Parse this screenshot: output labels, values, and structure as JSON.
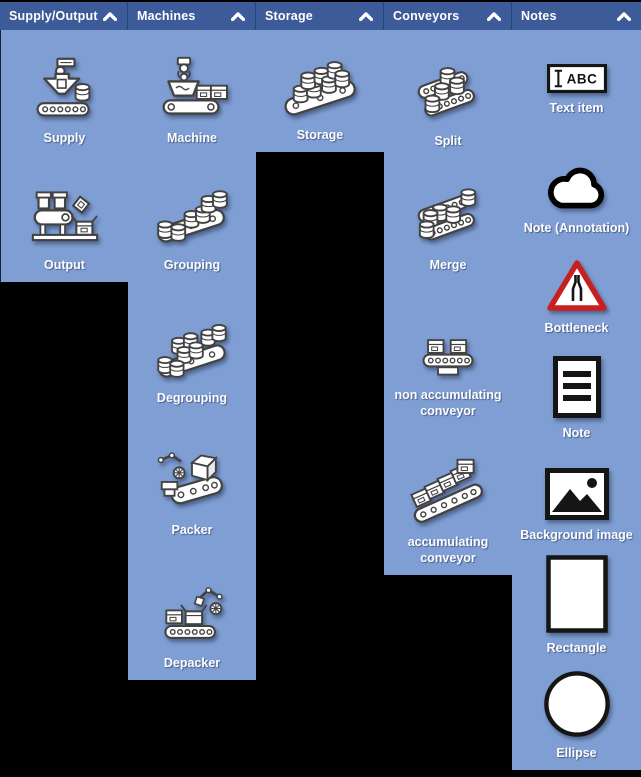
{
  "colors": {
    "header_bg": "#3d5a99",
    "header_divider": "#2c4476",
    "panel_bg": "#7f9fd4",
    "background": "#000000",
    "label_text": "#fdfdfd",
    "icon_stroke": "#424242",
    "notes_icon_black": "#151515",
    "bottleneck_red": "#c8201f"
  },
  "columns": [
    {
      "title": "Supply/Output",
      "collapse_icon": "chevron-up-icon",
      "items": [
        {
          "label": "Supply",
          "icon": "supply-icon"
        },
        {
          "label": "Output",
          "icon": "output-icon"
        }
      ]
    },
    {
      "title": "Machines",
      "collapse_icon": "chevron-up-icon",
      "items": [
        {
          "label": "Machine",
          "icon": "machine-icon"
        },
        {
          "label": "Grouping",
          "icon": "grouping-icon"
        },
        {
          "label": "Degrouping",
          "icon": "degrouping-icon"
        },
        {
          "label": "Packer",
          "icon": "packer-icon"
        },
        {
          "label": "Depacker",
          "icon": "depacker-icon"
        }
      ]
    },
    {
      "title": "Storage",
      "collapse_icon": "chevron-up-icon",
      "items": [
        {
          "label": "Storage",
          "icon": "storage-icon"
        }
      ]
    },
    {
      "title": "Conveyors",
      "collapse_icon": "chevron-up-icon",
      "items": [
        {
          "label": "Split",
          "icon": "split-icon"
        },
        {
          "label": "Merge",
          "icon": "merge-icon"
        },
        {
          "label": "non accumulating conveyor",
          "icon": "non-accumulating-conveyor-icon"
        },
        {
          "label": "accumulating conveyor",
          "icon": "accumulating-conveyor-icon"
        }
      ]
    },
    {
      "title": "Notes",
      "collapse_icon": "chevron-up-icon",
      "items": [
        {
          "label": "Text item",
          "icon": "text-item-icon",
          "icon_text": "ABC"
        },
        {
          "label": "Note (Annotation)",
          "icon": "note-annotation-icon"
        },
        {
          "label": "Bottleneck",
          "icon": "bottleneck-icon"
        },
        {
          "label": "Note",
          "icon": "note-icon"
        },
        {
          "label": "Background image",
          "icon": "background-image-icon"
        },
        {
          "label": "Rectangle",
          "icon": "rectangle-icon"
        },
        {
          "label": "Ellipse",
          "icon": "ellipse-icon"
        }
      ]
    }
  ]
}
